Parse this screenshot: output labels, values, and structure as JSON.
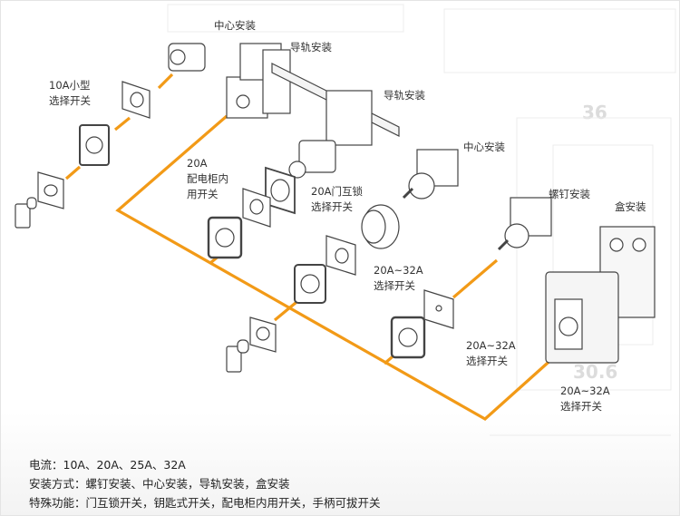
{
  "labels": {
    "center_mount_top": "中心安装",
    "rail_mount_1": "导轨安装",
    "rail_mount_2": "导轨安装",
    "small_10a": [
      "10A小型",
      "选择开关"
    ],
    "cabinet_20a": [
      "20A",
      "配电柜内",
      "用开关"
    ],
    "door_interlock_20a": [
      "20A门互锁",
      "选择开关"
    ],
    "center_mount_mid": "中心安装",
    "screw_mount": "螺钉安装",
    "box_mount": "盒安装",
    "range_a": [
      "20A~32A",
      "选择开关"
    ],
    "range_b": [
      "20A~32A",
      "选择开关"
    ],
    "range_c": [
      "20A~32A",
      "选择开关"
    ]
  },
  "watermark": {
    "dim_1": "36",
    "dim_2": "30.6"
  },
  "specs": [
    "电流：10A、20A、25A、32A",
    "安装方式：螺钉安装、中心安装，导轨安装，盒安装",
    "特殊功能：门互锁开关，钥匙式开关，配电柜内用开关，手柄可拔开关"
  ],
  "colors": {
    "accent": "#f29a17",
    "line_art": "#444444"
  }
}
